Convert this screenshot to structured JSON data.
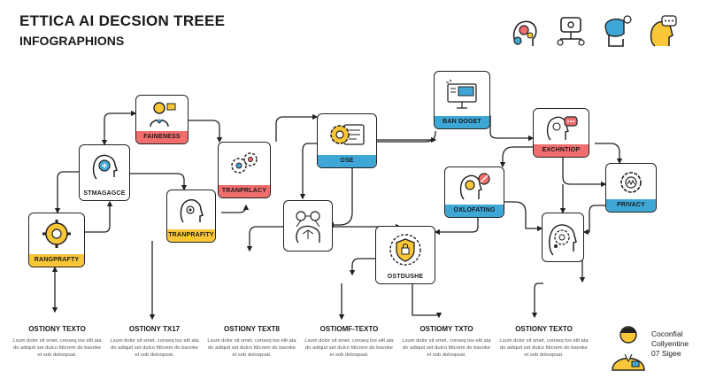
{
  "header": {
    "title": "ETTICA AI DECSION TREEE",
    "subtitle": "INFOGRAPHIONS"
  },
  "top_icons": [
    "head-gears-icon",
    "network-node-icon",
    "head-chat-icon",
    "head-speech-icon"
  ],
  "nodes": {
    "faineness": {
      "label": "FAINENESS",
      "icon": "person-presenting-icon",
      "band": "red"
    },
    "stmagagce": {
      "label": "STMAGAGCE",
      "icon": "head-profile-icon",
      "band": "white"
    },
    "rangprafty": {
      "label": "RANGPRAFTY",
      "icon": "gear-head-icon",
      "band": "yellow"
    },
    "tranprlacy": {
      "label": "TRANPRLACY",
      "icon": "gears-icon",
      "band": "red"
    },
    "tranprafity": {
      "label": "TRANPRAFITY",
      "icon": "robot-head-icon",
      "band": "yellow"
    },
    "ose": {
      "label": "OSE",
      "icon": "gear-document-icon",
      "band": "blue"
    },
    "neural_hub": {
      "label": "",
      "icon": "neural-brain-icon",
      "band": "none"
    },
    "ostdushe": {
      "label": "OSTDUSHE",
      "icon": "shield-lock-icon",
      "band": "white"
    },
    "ban_doget": {
      "label": "BAN DOGET",
      "icon": "presentation-board-icon",
      "band": "blue"
    },
    "exchntiop": {
      "label": "EXCHNTIOP",
      "icon": "head-chat-icon",
      "band": "red"
    },
    "oxlofating": {
      "label": "OXLOFATING",
      "icon": "head-block-icon",
      "band": "blue"
    },
    "privacy": {
      "label": "PRIVACY",
      "icon": "gear-privacy-icon",
      "band": "blue"
    },
    "brain_gear": {
      "label": "",
      "icon": "brain-gear-icon",
      "band": "none"
    }
  },
  "columns": [
    {
      "heading": "OSTIONY TEXTO",
      "body": "Lsum dolor sit smet, conseq tos elit ata do adiquit set dulco fdicrem do bavoke et sob doloopsat."
    },
    {
      "heading": "OSTIONY TX17",
      "body": "Lsum dolor sit smet, conseq tos elit ata do adiquit set dulco fdicrem do bavoke et sob doloopsat."
    },
    {
      "heading": "OSTIONY TEXT8",
      "body": "Lsum dolor sit smet, conseq tos elit ata do adiquit set dulco fdicrem do bavoke et sob doloopsat."
    },
    {
      "heading": "OSTIOMF-TEXTO",
      "body": "Lsum dolor sit smet, conseq tos elit ata do adiquit set dulco fdicrem do bavoke et sob doloopsat."
    },
    {
      "heading": "OSTIOMY TXTO",
      "body": "Lsum dolor sit smet, conseq tos elit ata do adiquit set dulco fdicrem do bavoke et sob doloopsat."
    },
    {
      "heading": "OSTIONY TEXTO",
      "body": "Lsum dolor sit smet, conseq tos elit ata do adiquit set dulco fdicrem do bavoke et sob doloopsat."
    }
  ],
  "legend": {
    "line1": "Coconfial",
    "line2": "Collyentine",
    "line3": "07 Sigee",
    "icon": "person-avatar-icon"
  },
  "colors": {
    "red": "#f26d6d",
    "yellow": "#f8c637",
    "blue": "#3fa7d6",
    "line": "#222222"
  }
}
